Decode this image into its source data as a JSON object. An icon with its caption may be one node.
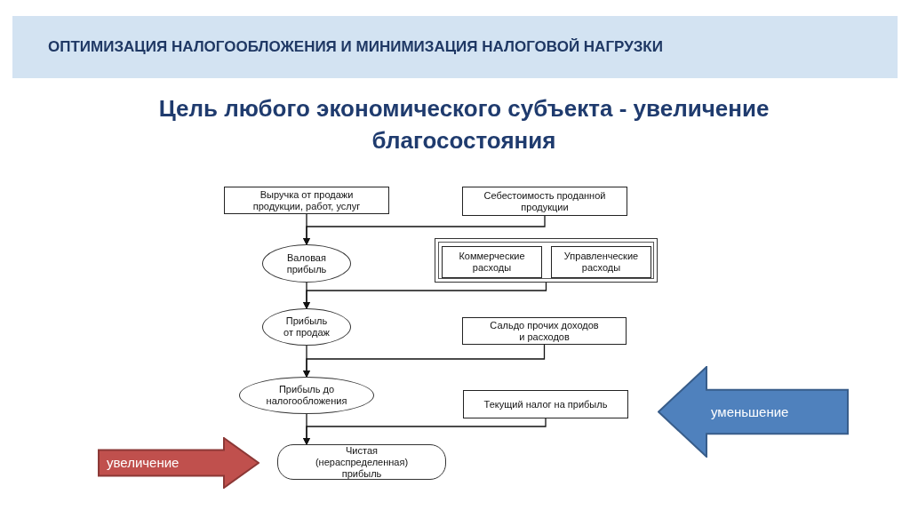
{
  "diagram": {
    "title": "ОПТИМИЗАЦИЯ НАЛОГООБЛОЖЕНИЯ И МИНИМИЗАЦИЯ НАЛОГОВОЙ НАГРУЗКИ",
    "nodes": [
      {
        "text": [
          "Выручка от продажи продукции, работ, услуг"
        ]
      },
      {
        "text": [
          "Себестоимость проданной продукции"
        ]
      },
      {
        "text": [
          "Валовая прибыль"
        ]
      },
      {
        "text": [],
        "shape": "box"
      },
      {
        "text": [
          "Коммерческие расходы"
        ],
        "in": 3
      },
      {
        "text": [
          "Управленческие расходы"
        ],
        "in": 3
      },
      {
        "text": [
          "Прибыль от продаж"
        ]
      },
      {
        "text": [
          "Сальдо прочих доходов и расходов"
        ]
      },
      {
        "text": [
          "Прибыль до налогообложения"
        ]
      },
      {
        "text": [
          "Текущий налог на прибыль"
        ]
      },
      {
        "text": [
          "Чистая (нераспределенная) прибыль"
        ]
      },
      {
        "text": [
          "увеличение"
        ]
      },
      {
        "text": [
          "уменьшение"
        ]
      }
    ],
    "edges": [
      {
        "from": 0,
        "to": 2,
        "arrow": "to"
      },
      {
        "from": 1,
        "to": 2,
        "arrow": "to"
      },
      {
        "from": 2,
        "to": 6,
        "arrow": "to"
      },
      {
        "from": 3,
        "to": 6,
        "arrow": "to"
      },
      {
        "from": 6,
        "to": 8,
        "arrow": "to"
      },
      {
        "from": 7,
        "to": 8,
        "arrow": "to"
      },
      {
        "from": 8,
        "to": 10,
        "arrow": "to"
      },
      {
        "from": 9,
        "to": 10,
        "arrow": "to"
      }
    ],
    "labels": [
      "Цель любого экономического субъекта - увеличение благосостояния"
    ]
  }
}
